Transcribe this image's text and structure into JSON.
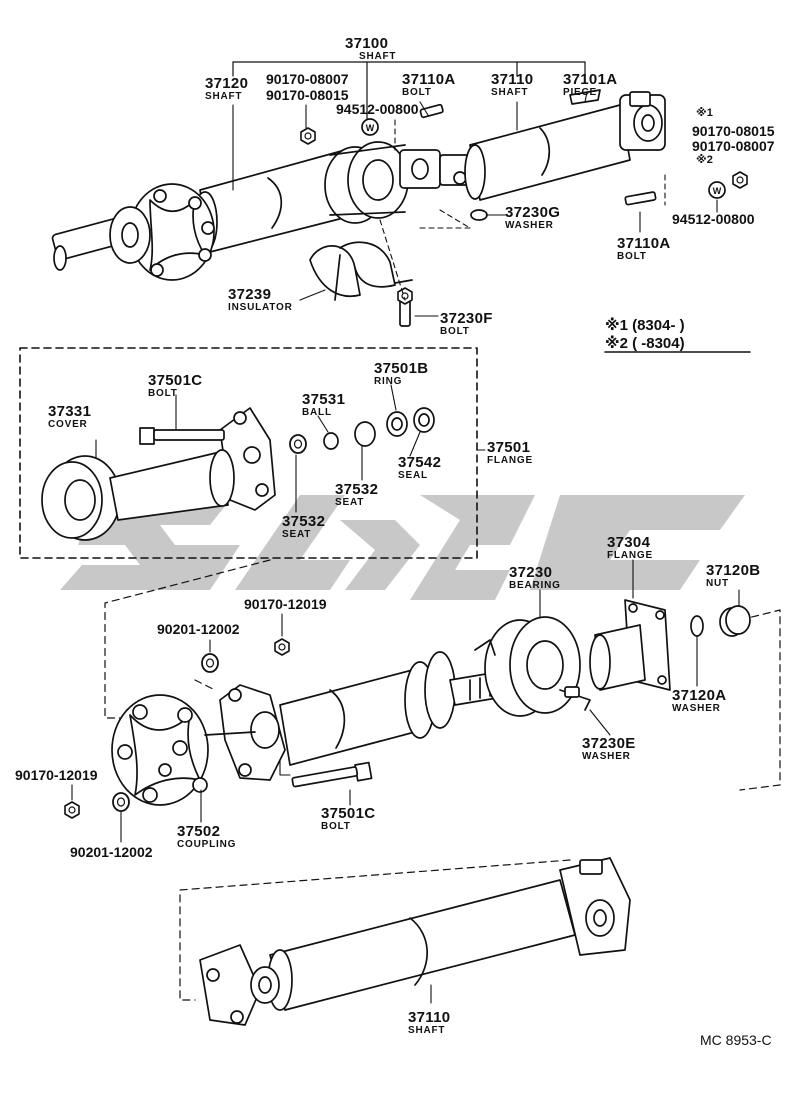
{
  "labels": {
    "p37100": {
      "pn": "37100",
      "name": "SHAFT"
    },
    "p37120": {
      "pn": "37120",
      "name": "SHAFT"
    },
    "p90170_a": {
      "pn": "90170-08007"
    },
    "p90170_b": {
      "pn": "90170-08015"
    },
    "p37110A_top": {
      "pn": "37110A",
      "name": "BOLT"
    },
    "p94512_top": {
      "pn": "94512-00800"
    },
    "p37110_top": {
      "pn": "37110",
      "name": "SHAFT"
    },
    "p37101A": {
      "pn": "37101A",
      "name": "PIECE"
    },
    "note1_mark": {
      "pn": "※1"
    },
    "note1_a": {
      "pn": "90170-08015"
    },
    "note1_b": {
      "pn": "90170-08007"
    },
    "note2_mark": {
      "pn": "※2"
    },
    "p94512_right": {
      "pn": "94512-00800"
    },
    "p37230G": {
      "pn": "37230G",
      "name": "WASHER"
    },
    "p37110A_right": {
      "pn": "37110A",
      "name": "BOLT"
    },
    "p37239": {
      "pn": "37239",
      "name": "INSULATOR"
    },
    "p37230F": {
      "pn": "37230F",
      "name": "BOLT"
    },
    "p37501C_top": {
      "pn": "37501C",
      "name": "BOLT"
    },
    "p37331": {
      "pn": "37331",
      "name": "COVER"
    },
    "p37531": {
      "pn": "37531",
      "name": "BALL"
    },
    "p37501B": {
      "pn": "37501B",
      "name": "RING"
    },
    "p37501": {
      "pn": "37501",
      "name": "FLANGE"
    },
    "p37542": {
      "pn": "37542",
      "name": "SEAL"
    },
    "p37532_a": {
      "pn": "37532",
      "name": "SEAT"
    },
    "p37532_b": {
      "pn": "37532",
      "name": "SEAT"
    },
    "p37304": {
      "pn": "37304",
      "name": "FLANGE"
    },
    "p37230": {
      "pn": "37230",
      "name": "BEARING"
    },
    "p37120B": {
      "pn": "37120B",
      "name": "NUT"
    },
    "p90170_12019_top": {
      "pn": "90170-12019"
    },
    "p90201_top": {
      "pn": "90201-12002"
    },
    "p37120A": {
      "pn": "37120A",
      "name": "WASHER"
    },
    "p37230E": {
      "pn": "37230E",
      "name": "WASHER"
    },
    "p90170_12019_left": {
      "pn": "90170-12019"
    },
    "p37501C_bot": {
      "pn": "37501C",
      "name": "BOLT"
    },
    "p37502": {
      "pn": "37502",
      "name": "COUPLING"
    },
    "p90201_bot": {
      "pn": "90201-12002"
    },
    "p37110_bot": {
      "pn": "37110",
      "name": "SHAFT"
    }
  },
  "legend": {
    "row1": "※1 (8304-        )",
    "row2": "※2 (        -8304)"
  },
  "diagram_code": "MC 8953-C",
  "washer_symbol": "W"
}
